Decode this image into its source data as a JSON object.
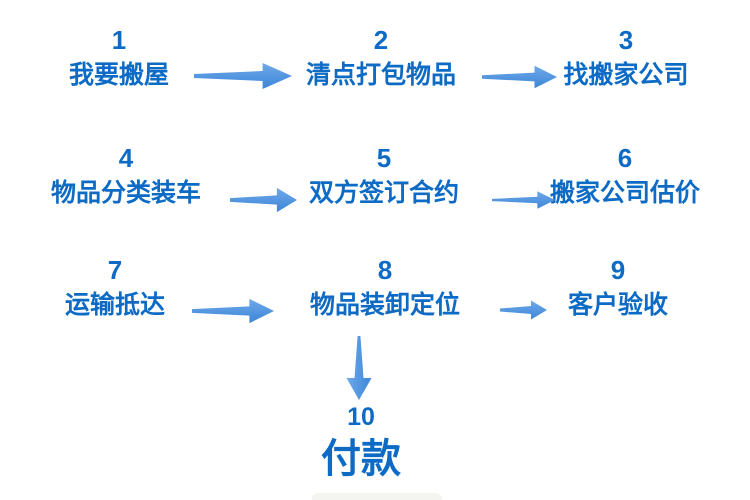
{
  "diagram": {
    "title": "moving-house process flowchart",
    "colors": {
      "text_blue": "#0d6bc5",
      "arrow_blue": "#4a92dc",
      "arrow_blue_light": "#6fa9e9",
      "arrow_blue_dark": "#3c86d8",
      "background": "#ffffff"
    },
    "steps": [
      {
        "number": "1",
        "label": "我要搬屋"
      },
      {
        "number": "2",
        "label": "清点打包物品"
      },
      {
        "number": "3",
        "label": "找搬家公司"
      },
      {
        "number": "4",
        "label": "物品分类装车"
      },
      {
        "number": "5",
        "label": "双方签订合约"
      },
      {
        "number": "6",
        "label": "搬家公司估价"
      },
      {
        "number": "7",
        "label": "运输抵达"
      },
      {
        "number": "8",
        "label": "物品装卸定位"
      },
      {
        "number": "9",
        "label": "客户验收"
      },
      {
        "number": "10",
        "label": "付款"
      }
    ],
    "connections": [
      {
        "from": "1",
        "to": "2",
        "direction": "right"
      },
      {
        "from": "2",
        "to": "3",
        "direction": "right"
      },
      {
        "from": "4",
        "to": "5",
        "direction": "right"
      },
      {
        "from": "5",
        "to": "6",
        "direction": "right"
      },
      {
        "from": "7",
        "to": "8",
        "direction": "right"
      },
      {
        "from": "8",
        "to": "9",
        "direction": "right"
      },
      {
        "from": "8",
        "to": "10",
        "direction": "down"
      }
    ]
  }
}
